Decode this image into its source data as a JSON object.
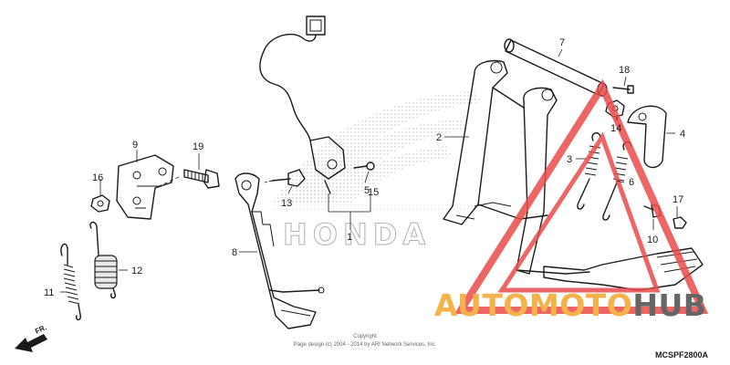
{
  "callouts": [
    {
      "n": "1"
    },
    {
      "n": "2"
    },
    {
      "n": "3"
    },
    {
      "n": "4"
    },
    {
      "n": "5"
    },
    {
      "n": "6"
    },
    {
      "n": "7"
    },
    {
      "n": "8"
    },
    {
      "n": "9"
    },
    {
      "n": "10"
    },
    {
      "n": "11"
    },
    {
      "n": "12"
    },
    {
      "n": "13"
    },
    {
      "n": "14"
    },
    {
      "n": "15"
    },
    {
      "n": "16"
    },
    {
      "n": "17"
    },
    {
      "n": "18"
    },
    {
      "n": "19"
    }
  ],
  "brand_emblem_text": "HONDA",
  "watermark": {
    "part1": "AUTOMOTO",
    "part2": "HUB",
    "color1": "#f3b24a",
    "color2": "#666666",
    "triangle_color": "#e94b4b"
  },
  "copyright_line1": "Copyright",
  "copyright_line2": "Page design (c) 2004 - 2014 by ARI Network Services, Inc.",
  "diagram_code": "MCSPF2800A",
  "fr_label": "FR."
}
